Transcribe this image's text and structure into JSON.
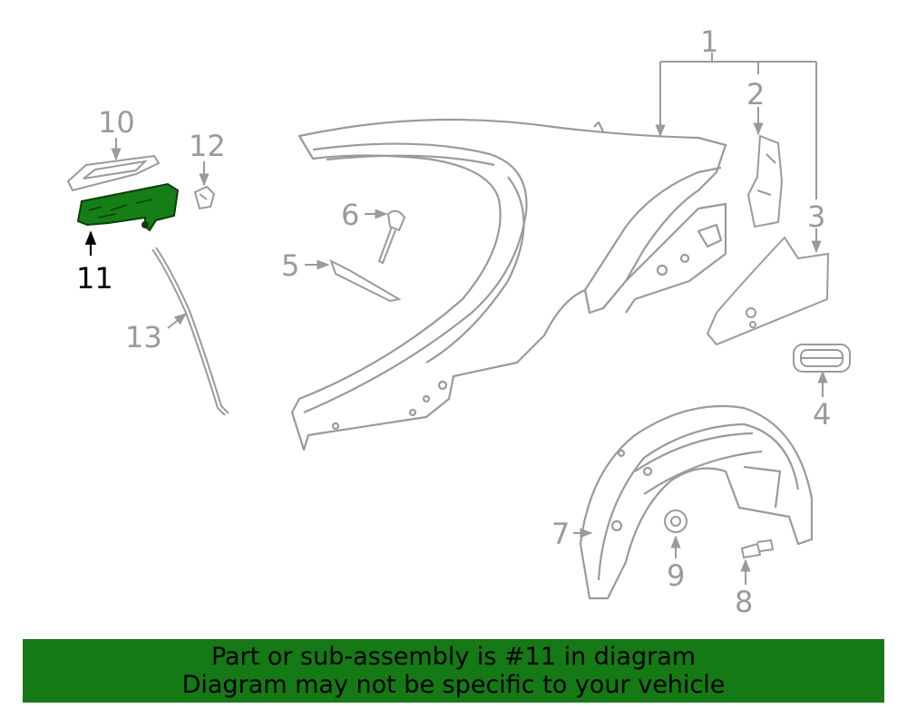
{
  "diagram": {
    "line_color": "#9a9a9a",
    "highlight_fill": "#167e16",
    "highlight_label_color": "#000000",
    "callouts": [
      {
        "id": "1",
        "label": "1"
      },
      {
        "id": "2",
        "label": "2"
      },
      {
        "id": "3",
        "label": "3"
      },
      {
        "id": "4",
        "label": "4"
      },
      {
        "id": "5",
        "label": "5"
      },
      {
        "id": "6",
        "label": "6"
      },
      {
        "id": "7",
        "label": "7"
      },
      {
        "id": "8",
        "label": "8"
      },
      {
        "id": "9",
        "label": "9"
      },
      {
        "id": "10",
        "label": "10"
      },
      {
        "id": "11",
        "label": "11"
      },
      {
        "id": "12",
        "label": "12"
      },
      {
        "id": "13",
        "label": "13"
      }
    ],
    "highlighted_part": "11"
  },
  "banner": {
    "background": "#157915",
    "line1": "Part or sub-assembly is #11 in diagram",
    "line2": "Diagram may not be specific to your vehicle"
  }
}
